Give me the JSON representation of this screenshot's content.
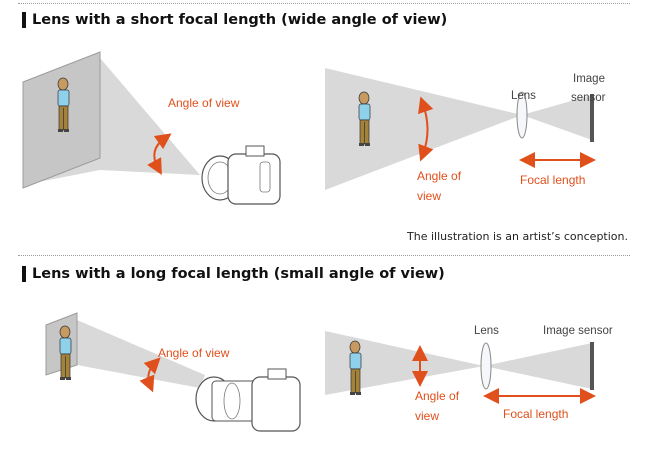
{
  "colors": {
    "accent": "#e0501c",
    "cone": "#d9d9d9",
    "frame": "#b3b3b3"
  },
  "section1": {
    "title": "Lens with a short focal length (wide angle of view)",
    "angle_label_left": "Angle of view",
    "lens_label": "Lens",
    "sensor_label_line1": "Image",
    "sensor_label_line2": "sensor",
    "angle_label_right_line1": "Angle of",
    "angle_label_right_line2": "view",
    "focal_label": "Focal length"
  },
  "note": "The illustration is an artist’s conception.",
  "section2": {
    "title": "Lens with a long focal length (small angle of view)",
    "angle_label_left": "Angle of view",
    "lens_label": "Lens",
    "sensor_label": "Image sensor",
    "angle_label_right_line1": "Angle of",
    "angle_label_right_line2": "view",
    "focal_label": "Focal length"
  }
}
